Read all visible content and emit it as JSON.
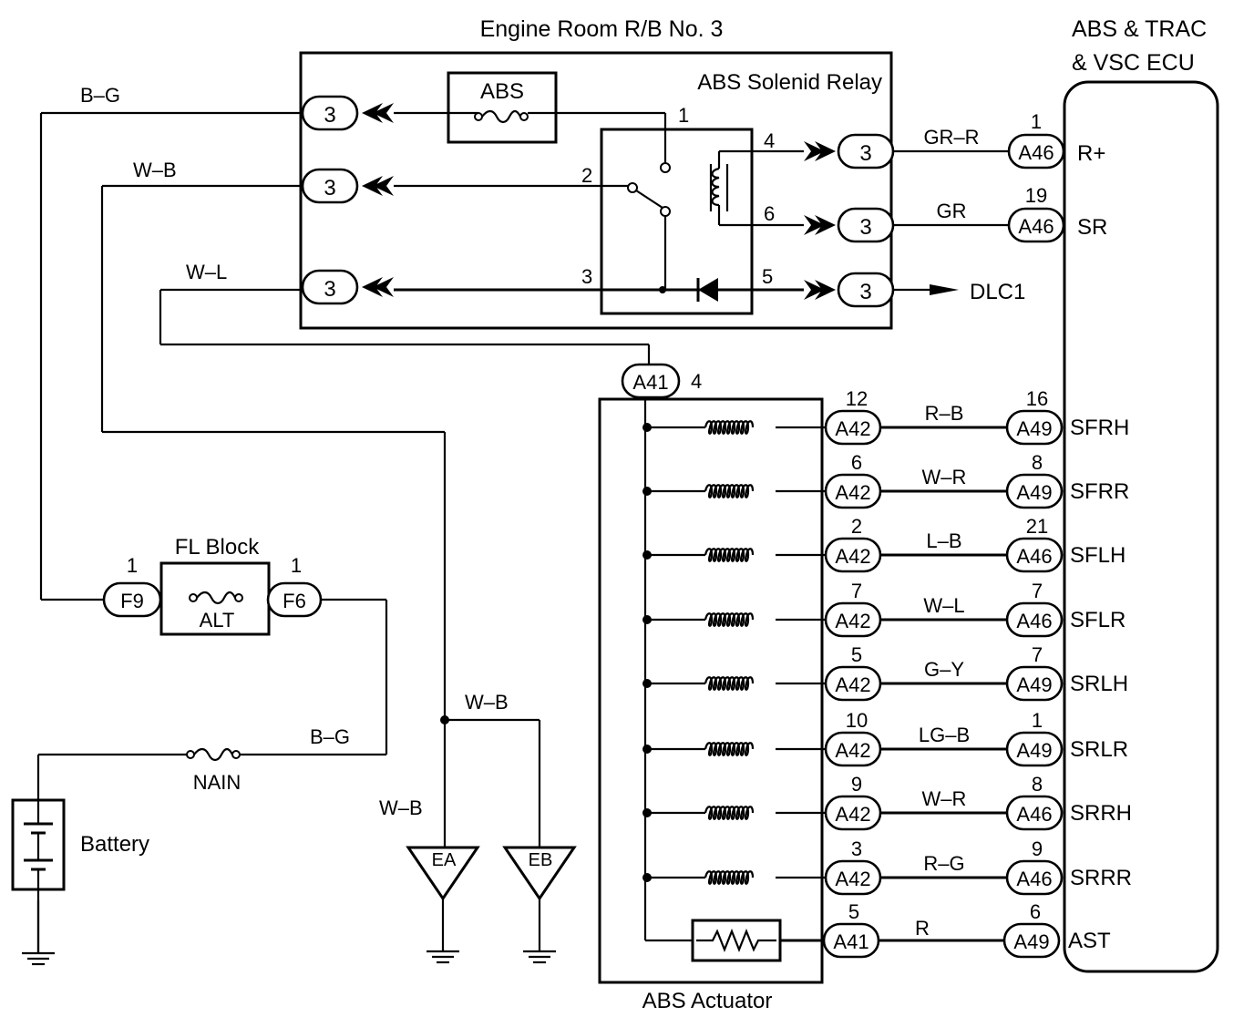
{
  "labels": {
    "engine_room": "Engine Room R/B No. 3",
    "ecu_line1": "ABS & TRAC",
    "ecu_line2": "& VSC ECU",
    "abs_fuse": "ABS",
    "solenoid_relay": "ABS Solenid Relay",
    "fl_block": "FL Block",
    "alt_fuse": "ALT",
    "main_fuse": "NAIN",
    "battery": "Battery",
    "actuator": "ABS Actuator",
    "dlc": "DLC1",
    "ground_ea": "EA",
    "ground_eb": "EB"
  },
  "wire_colors": {
    "bg_top": "B–G",
    "wb_top": "W–B",
    "wl_top": "W–L",
    "bg_bottom": "B–G",
    "wb_ground": "W–B",
    "wb_ground2": "W–B",
    "gr_r": "GR–R",
    "gr": "GR"
  },
  "relay_block": {
    "left_connector": "3",
    "right_connector": "3",
    "relay_pins": [
      "1",
      "2",
      "3",
      "4",
      "5",
      "6"
    ]
  },
  "ecu_top_terminals": [
    {
      "pin": "1",
      "conn": "A46",
      "name": "R+"
    },
    {
      "pin": "19",
      "conn": "A46",
      "name": "SR"
    }
  ],
  "fl_block": {
    "f9_pin": "1",
    "f9": "F9",
    "f6_pin": "1",
    "f6": "F6"
  },
  "actuator_common": {
    "conn": "A41",
    "pin": "4"
  },
  "solenoid_rows": [
    {
      "a_pin": "12",
      "a_conn": "A42",
      "wire": "R–B",
      "e_pin": "16",
      "e_conn": "A49",
      "name": "SFRH"
    },
    {
      "a_pin": "6",
      "a_conn": "A42",
      "wire": "W–R",
      "e_pin": "8",
      "e_conn": "A49",
      "name": "SFRR"
    },
    {
      "a_pin": "2",
      "a_conn": "A42",
      "wire": "L–B",
      "e_pin": "21",
      "e_conn": "A46",
      "name": "SFLH"
    },
    {
      "a_pin": "7",
      "a_conn": "A42",
      "wire": "W–L",
      "e_pin": "7",
      "e_conn": "A46",
      "name": "SFLR"
    },
    {
      "a_pin": "5",
      "a_conn": "A42",
      "wire": "G–Y",
      "e_pin": "7",
      "e_conn": "A49",
      "name": "SRLH"
    },
    {
      "a_pin": "10",
      "a_conn": "A42",
      "wire": "LG–B",
      "e_pin": "1",
      "e_conn": "A49",
      "name": "SRLR"
    },
    {
      "a_pin": "9",
      "a_conn": "A42",
      "wire": "W–R",
      "e_pin": "8",
      "e_conn": "A46",
      "name": "SRRH"
    },
    {
      "a_pin": "3",
      "a_conn": "A42",
      "wire": "R–G",
      "e_pin": "9",
      "e_conn": "A46",
      "name": "SRRR"
    }
  ],
  "ast_row": {
    "a_pin": "5",
    "a_conn": "A41",
    "wire": "R",
    "e_pin": "6",
    "e_conn": "A49",
    "name": "AST"
  }
}
